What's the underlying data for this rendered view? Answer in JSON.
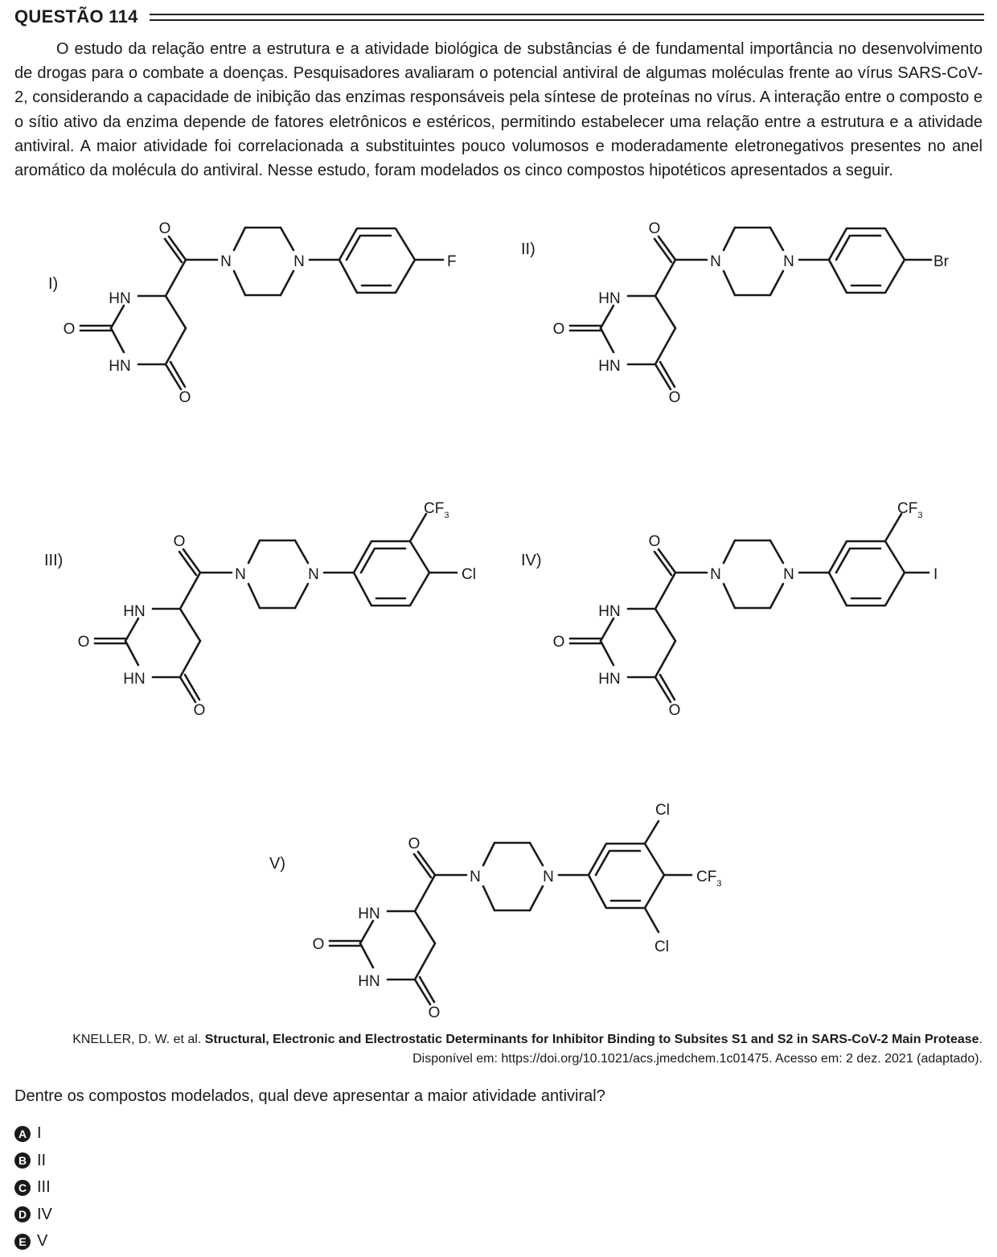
{
  "question": {
    "title": "QUESTÃO 114",
    "intro": "O estudo da relação entre a estrutura e a atividade biológica de substâncias é de fundamental importância no desenvolvimento de drogas para o combate a doenças. Pesquisadores avaliaram o potencial antiviral de algumas moléculas frente ao vírus SARS-CoV-2, considerando a capacidade de inibição das enzimas responsáveis pela síntese de proteínas no vírus. A interação entre o composto e o sítio ativo da enzima depende de fatores eletrônicos e estéricos, permitindo estabelecer uma relação entre a estrutura e a atividade antiviral. A maior atividade foi correlacionada a substituintes pouco volumosos e moderadamente eletronegativos presentes no anel aromático da molécula do antiviral. Nesse estudo, foram modelados os cinco compostos hipotéticos apresentados a seguir.",
    "prompt": "Dentre os compostos modelados, qual deve apresentar a maior atividade antiviral?"
  },
  "compounds": [
    {
      "label": "I)",
      "substituents": [
        "F"
      ]
    },
    {
      "label": "II)",
      "substituents": [
        "Br"
      ]
    },
    {
      "label": "III)",
      "substituents": [
        "CF3",
        "Cl"
      ]
    },
    {
      "label": "IV)",
      "substituents": [
        "CF3",
        "I"
      ]
    },
    {
      "label": "V)",
      "substituents": [
        "Cl",
        "CF3",
        "Cl"
      ]
    }
  ],
  "atoms": {
    "O": "O",
    "N": "N",
    "HN": "HN",
    "CF": "CF",
    "sub3": "3"
  },
  "source": {
    "authors": "KNELLER, D. W. et al. ",
    "title": "Structural, Electronic and Electrostatic Determinants for Inhibitor Binding to Subsites S1 and S2 in SARS-CoV-2 Main Protease",
    "end": ".",
    "availability": "Disponível em: https://doi.org/10.1021/acs.jmedchem.1c01475. Acesso em: 2 dez. 2021 (adaptado)."
  },
  "options": [
    {
      "letter": "A",
      "text": "I"
    },
    {
      "letter": "B",
      "text": "II"
    },
    {
      "letter": "C",
      "text": "III"
    },
    {
      "letter": "D",
      "text": "IV"
    },
    {
      "letter": "E",
      "text": "V"
    }
  ]
}
